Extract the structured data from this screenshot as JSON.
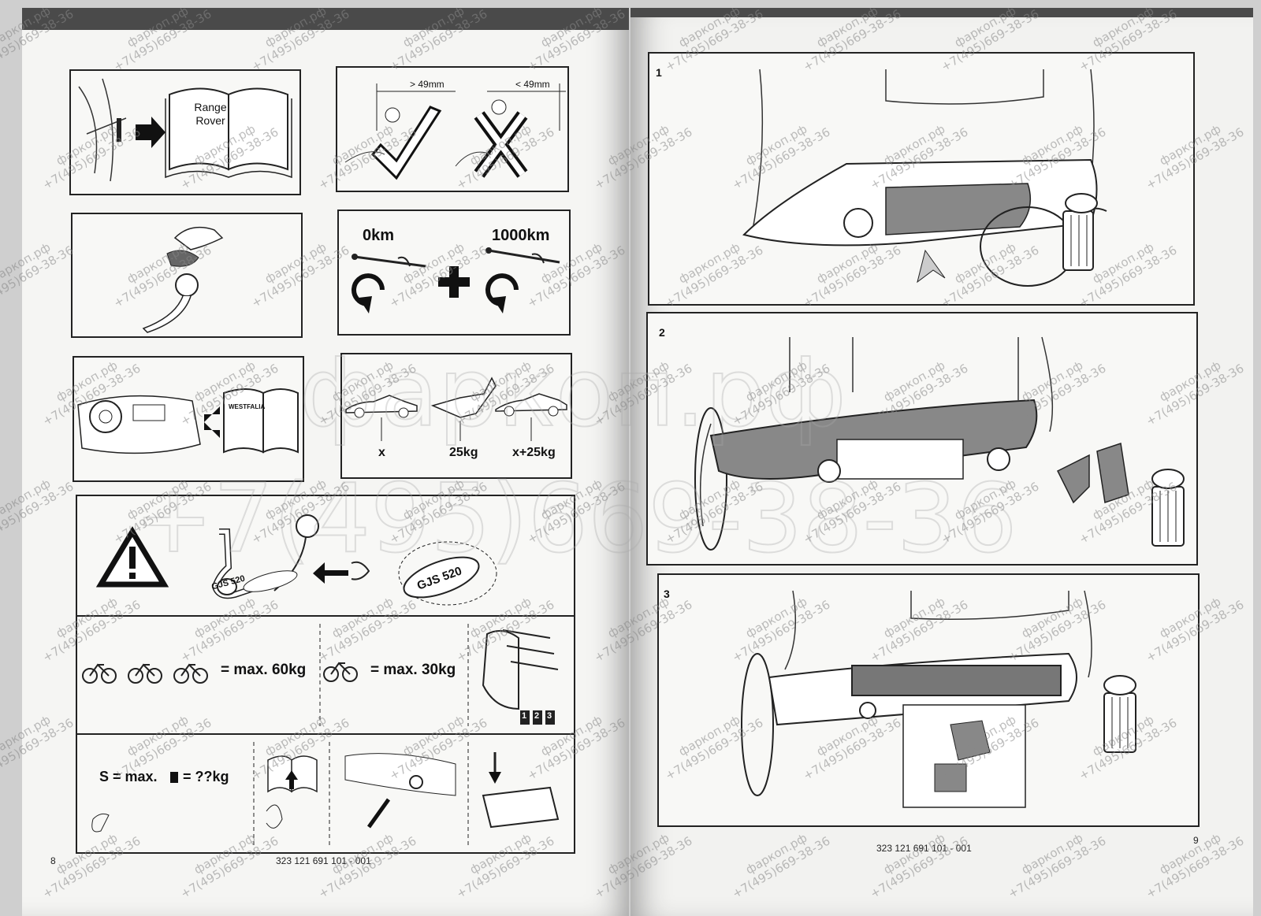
{
  "left_page": {
    "page_number": "8",
    "doc_number": "323 121 691 101 - 001",
    "manual_label": "Range Rover",
    "ball_gap_ok": "> 49mm",
    "ball_gap_bad": "< 49mm",
    "torque_start": "0km",
    "torque_after": "1000km",
    "load_car": "x",
    "load_hitch": "25kg",
    "load_total": "x+25kg",
    "book_brand": "WESTFALIA",
    "material_mark": "GJS 520",
    "bike_three": "= max. 60kg",
    "bike_one": "= max. 30kg",
    "weight_labels": [
      "1",
      "2",
      "3"
    ],
    "support_load_prefix": "S = max.",
    "support_load_value": "= ??kg"
  },
  "right_page": {
    "page_number": "9",
    "doc_number": "323 121 691 101 - 001",
    "steps": [
      "1",
      "2",
      "3"
    ]
  },
  "watermarks": {
    "site": "фаркоп.рф",
    "phone": "+7(495)669-38-36",
    "big_site": "фаркоп.рф",
    "big_phone": "+7(495)669-38-36"
  }
}
